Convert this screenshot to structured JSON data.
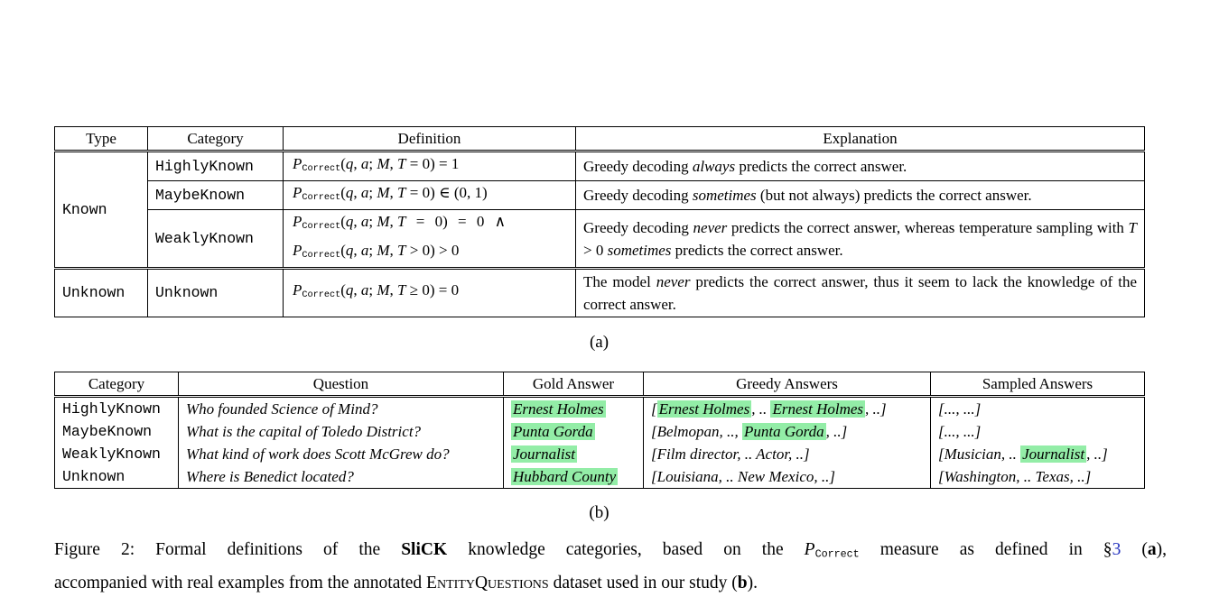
{
  "colors": {
    "highlight_green": "#93eda7",
    "link_blue": "#2634bf",
    "text": "#000000",
    "background": "#ffffff"
  },
  "labels": {
    "a": "(a)",
    "b": "(b)"
  },
  "table_a": {
    "headers": [
      "Type",
      "Category",
      "Definition",
      "Explanation"
    ],
    "rows": [
      {
        "type": "Known",
        "category": "HighlyKnown",
        "definition": [
          {
            "t": "P",
            "c": "mi"
          },
          {
            "t": "Correct",
            "c": "submono"
          },
          {
            "t": "("
          },
          {
            "t": "q",
            "c": "mi"
          },
          {
            "t": ", "
          },
          {
            "t": "a",
            "c": "mi"
          },
          {
            "t": "; "
          },
          {
            "t": "M",
            "c": "mi"
          },
          {
            "t": ", "
          },
          {
            "t": "T",
            "c": "mi"
          },
          {
            "t": " = 0) = 1"
          }
        ],
        "explanation": [
          {
            "t": "Greedy decoding "
          },
          {
            "t": "always",
            "c": "i"
          },
          {
            "t": " predicts the correct answer."
          }
        ]
      },
      {
        "category": "MaybeKnown",
        "definition": [
          {
            "t": "P",
            "c": "mi"
          },
          {
            "t": "Correct",
            "c": "submono"
          },
          {
            "t": "("
          },
          {
            "t": "q",
            "c": "mi"
          },
          {
            "t": ", "
          },
          {
            "t": "a",
            "c": "mi"
          },
          {
            "t": "; "
          },
          {
            "t": "M",
            "c": "mi"
          },
          {
            "t": ", "
          },
          {
            "t": "T",
            "c": "mi"
          },
          {
            "t": " = 0) ∈ (0, 1)"
          }
        ],
        "explanation": [
          {
            "t": "Greedy decoding "
          },
          {
            "t": "sometimes",
            "c": "i"
          },
          {
            "t": " (but not always) predicts the correct answer."
          }
        ]
      },
      {
        "category": "WeaklyKnown",
        "definition": [
          {
            "t": "P",
            "c": "mi"
          },
          {
            "t": "Correct",
            "c": "submono"
          },
          {
            "t": "("
          },
          {
            "t": "q",
            "c": "mi"
          },
          {
            "t": ", "
          },
          {
            "t": "a",
            "c": "mi"
          },
          {
            "t": "; "
          },
          {
            "t": "M",
            "c": "mi"
          },
          {
            "t": ", "
          },
          {
            "t": "T",
            "c": "mi"
          },
          {
            "t": " = 0) = 0 ∧",
            "c": "wide"
          }
        ],
        "definition2": [
          {
            "t": "P",
            "c": "mi"
          },
          {
            "t": "Correct",
            "c": "submono"
          },
          {
            "t": "("
          },
          {
            "t": "q",
            "c": "mi"
          },
          {
            "t": ", "
          },
          {
            "t": "a",
            "c": "mi"
          },
          {
            "t": "; "
          },
          {
            "t": "M",
            "c": "mi"
          },
          {
            "t": ", "
          },
          {
            "t": "T",
            "c": "mi"
          },
          {
            "t": " > 0) > 0"
          }
        ],
        "explanation": [
          {
            "t": "Greedy decoding "
          },
          {
            "t": "never",
            "c": "i"
          },
          {
            "t": " predicts the correct answer, whereas temperature sampling with "
          },
          {
            "t": "T",
            "c": "mi"
          },
          {
            "t": " > 0 "
          },
          {
            "t": "sometimes",
            "c": "i"
          },
          {
            "t": " predicts the correct answer."
          }
        ]
      },
      {
        "type": "Unknown",
        "category": "Unknown",
        "definition": [
          {
            "t": "P",
            "c": "mi"
          },
          {
            "t": "Correct",
            "c": "submono"
          },
          {
            "t": "("
          },
          {
            "t": "q",
            "c": "mi"
          },
          {
            "t": ", "
          },
          {
            "t": "a",
            "c": "mi"
          },
          {
            "t": "; "
          },
          {
            "t": "M",
            "c": "mi"
          },
          {
            "t": ", "
          },
          {
            "t": "T",
            "c": "mi"
          },
          {
            "t": " ≥ 0) = 0"
          }
        ],
        "explanation": [
          {
            "t": "The model "
          },
          {
            "t": "never",
            "c": "i"
          },
          {
            "t": " predicts the correct answer, thus it seem to lack the knowledge of the correct answer."
          }
        ]
      }
    ]
  },
  "table_b": {
    "headers": [
      "Category",
      "Question",
      "Gold Answer",
      "Greedy Answers",
      "Sampled Answers"
    ],
    "rows": [
      {
        "category": "HighlyKnown",
        "question": "Who founded Science of Mind?",
        "gold": [
          {
            "t": "Ernest Holmes",
            "c": "hl"
          }
        ],
        "greedy": [
          {
            "t": "["
          },
          {
            "t": "Ernest Holmes",
            "c": "hl"
          },
          {
            "t": ", .. "
          },
          {
            "t": "Ernest Holmes",
            "c": "hl"
          },
          {
            "t": ", ..]"
          }
        ],
        "sampled": [
          {
            "t": "[..., ...]"
          }
        ]
      },
      {
        "category": "MaybeKnown",
        "question": "What is the capital of Toledo District?",
        "gold": [
          {
            "t": "Punta Gorda",
            "c": "hl"
          }
        ],
        "greedy": [
          {
            "t": "[Belmopan, .., "
          },
          {
            "t": "Punta Gorda",
            "c": "hl"
          },
          {
            "t": ", ..]"
          }
        ],
        "sampled": [
          {
            "t": "[..., ...]"
          }
        ]
      },
      {
        "category": "WeaklyKnown",
        "question": "What kind of work does Scott McGrew do?",
        "gold": [
          {
            "t": "Journalist",
            "c": "hl"
          }
        ],
        "greedy": [
          {
            "t": "[Film director, .. Actor, ..]"
          }
        ],
        "sampled": [
          {
            "t": "[Musician, .. "
          },
          {
            "t": "Journalist",
            "c": "hl"
          },
          {
            "t": ", ..]"
          }
        ]
      },
      {
        "category": "Unknown",
        "question": "Where is Benedict located?",
        "gold": [
          {
            "t": "Hubbard County",
            "c": "hl"
          }
        ],
        "greedy": [
          {
            "t": "[Louisiana, .. New Mexico, ..]"
          }
        ],
        "sampled": [
          {
            "t": "[Washington, .. Texas, ..]"
          }
        ]
      }
    ]
  },
  "caption": {
    "line1": [
      {
        "t": "Figure 2: Formal definitions of the "
      },
      {
        "t": "SliCK",
        "c": "b"
      },
      {
        "t": " knowledge categories, based on the "
      },
      {
        "t": "P",
        "c": "mi"
      },
      {
        "t": "Correct",
        "c": "submono"
      },
      {
        "t": " measure as defined in §"
      },
      {
        "t": "3",
        "c": "link",
        "n": "section-3-link",
        "x": true
      },
      {
        "t": " ("
      },
      {
        "t": "a",
        "c": "b"
      },
      {
        "t": "),"
      }
    ],
    "line2": [
      {
        "t": "accompanied with real examples from the annotated "
      },
      {
        "t": "EntityQuestions",
        "c": "sc"
      },
      {
        "t": " dataset used in our study ("
      },
      {
        "t": "b",
        "c": "b"
      },
      {
        "t": ")."
      }
    ]
  }
}
